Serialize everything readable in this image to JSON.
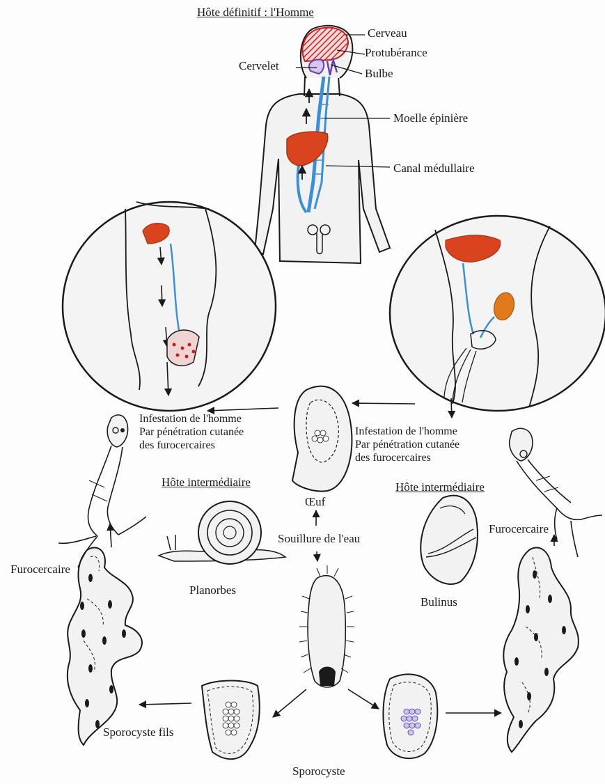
{
  "title": "Hôte définitif : l'Homme",
  "body_labels": {
    "cerveau": "Cerveau",
    "protuberance": "Protubérance",
    "cervelet": "Cervelet",
    "bulbe": "Bulbe",
    "moelle": "Moelle épinière",
    "canal": "Canal médullaire"
  },
  "left_branch": {
    "infestation_1": "Infestation de l'homme",
    "infestation_2": "Par pénétration cutanée",
    "infestation_3": "des furocercaires",
    "host_title": "Hôte intermédiaire",
    "snail": "Planorbes",
    "larva": "Furocercaire",
    "sporocyst": "Sporocyste fils"
  },
  "right_branch": {
    "infestation_1": "Infestation de l'homme",
    "infestation_2": "Par pénétration cutanée",
    "infestation_3": "des furocercaires",
    "host_title": "Hôte intermédiaire",
    "snail": "Bulinus",
    "larva": "Furocercaire"
  },
  "center": {
    "egg": "Œuf",
    "water": "Souillure de l'eau",
    "sporocyst": "Sporocyste"
  },
  "colors": {
    "organ_red": "#d9441e",
    "nerve_blue": "#3b8fd6",
    "purple": "#6a3fb0",
    "orange": "#e07a1c",
    "ink": "#1a1a1a"
  }
}
